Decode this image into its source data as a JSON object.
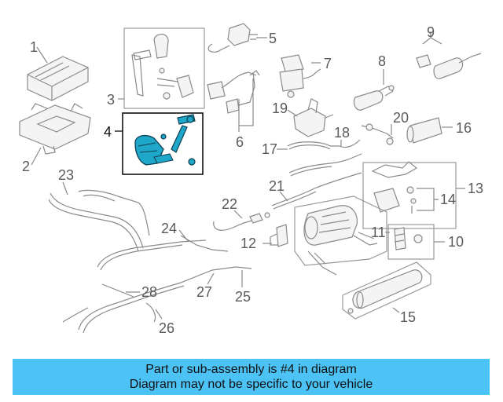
{
  "callouts": [
    "1",
    "2",
    "3",
    "4",
    "5",
    "6",
    "7",
    "8",
    "9",
    "10",
    "11",
    "12",
    "13",
    "14",
    "15",
    "16",
    "17",
    "18",
    "19",
    "20",
    "21",
    "22",
    "23",
    "24",
    "25",
    "26",
    "27",
    "28"
  ],
  "highlight_part": "4",
  "highlight_color": "#1fa7c9",
  "banner": {
    "line1": "Part or sub-assembly is #4 in diagram",
    "line2": "Diagram may not be specific to your vehicle",
    "background": "#4cc2f5"
  }
}
